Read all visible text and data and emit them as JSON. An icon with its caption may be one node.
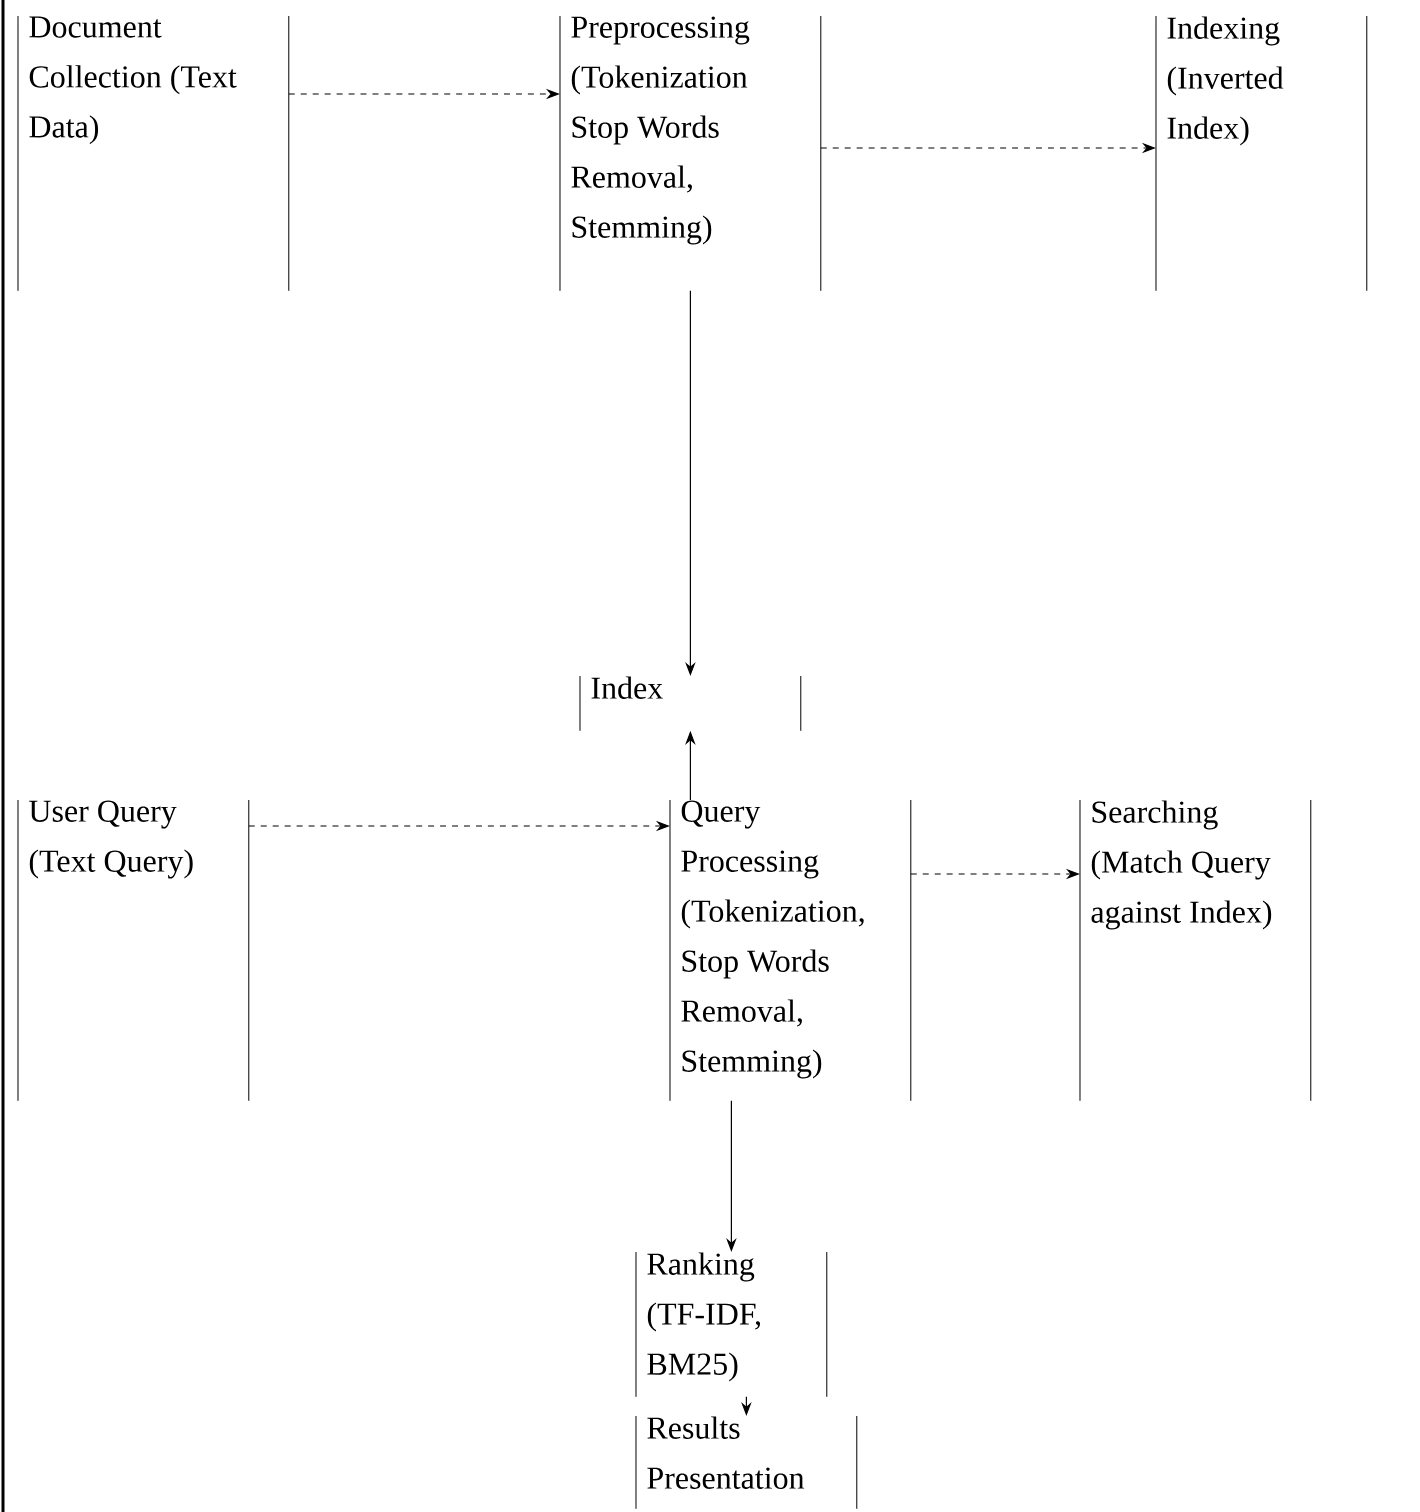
{
  "diagram": {
    "nodes": [
      {
        "text": [
          "Document Collection (Text Data)"
        ]
      },
      {
        "text": [
          "Preprocessing (Tokenization Stop Words Removal, Stemming)"
        ]
      },
      {
        "text": [
          "Indexing (Inverted Index)"
        ]
      },
      {
        "text": [
          "Index"
        ]
      },
      {
        "text": [
          "User Query (Text Query)"
        ]
      },
      {
        "text": [
          "Query Processing (Tokenization, Stop Words Removal, Stemming)"
        ]
      },
      {
        "text": [
          "Searching (Match Query against Index)"
        ]
      },
      {
        "text": [
          "Ranking (TF-IDF, BM25)"
        ]
      },
      {
        "text": [
          "Results Presentation"
        ]
      }
    ],
    "edges": [
      {
        "from": 0,
        "to": 1,
        "arrow": "to",
        "style": "dashed"
      },
      {
        "from": 1,
        "to": 2,
        "arrow": "to",
        "style": "dashed"
      },
      {
        "from": 1,
        "to": 3,
        "arrow": "to"
      },
      {
        "from": 5,
        "to": 3,
        "arrow": "to"
      },
      {
        "from": 4,
        "to": 5,
        "arrow": "to",
        "style": "dashed"
      },
      {
        "from": 5,
        "to": 6,
        "arrow": "to",
        "style": "dashed"
      },
      {
        "from": 5,
        "to": 7,
        "arrow": "to"
      },
      {
        "from": 7,
        "to": 8,
        "arrow": "to"
      }
    ]
  }
}
